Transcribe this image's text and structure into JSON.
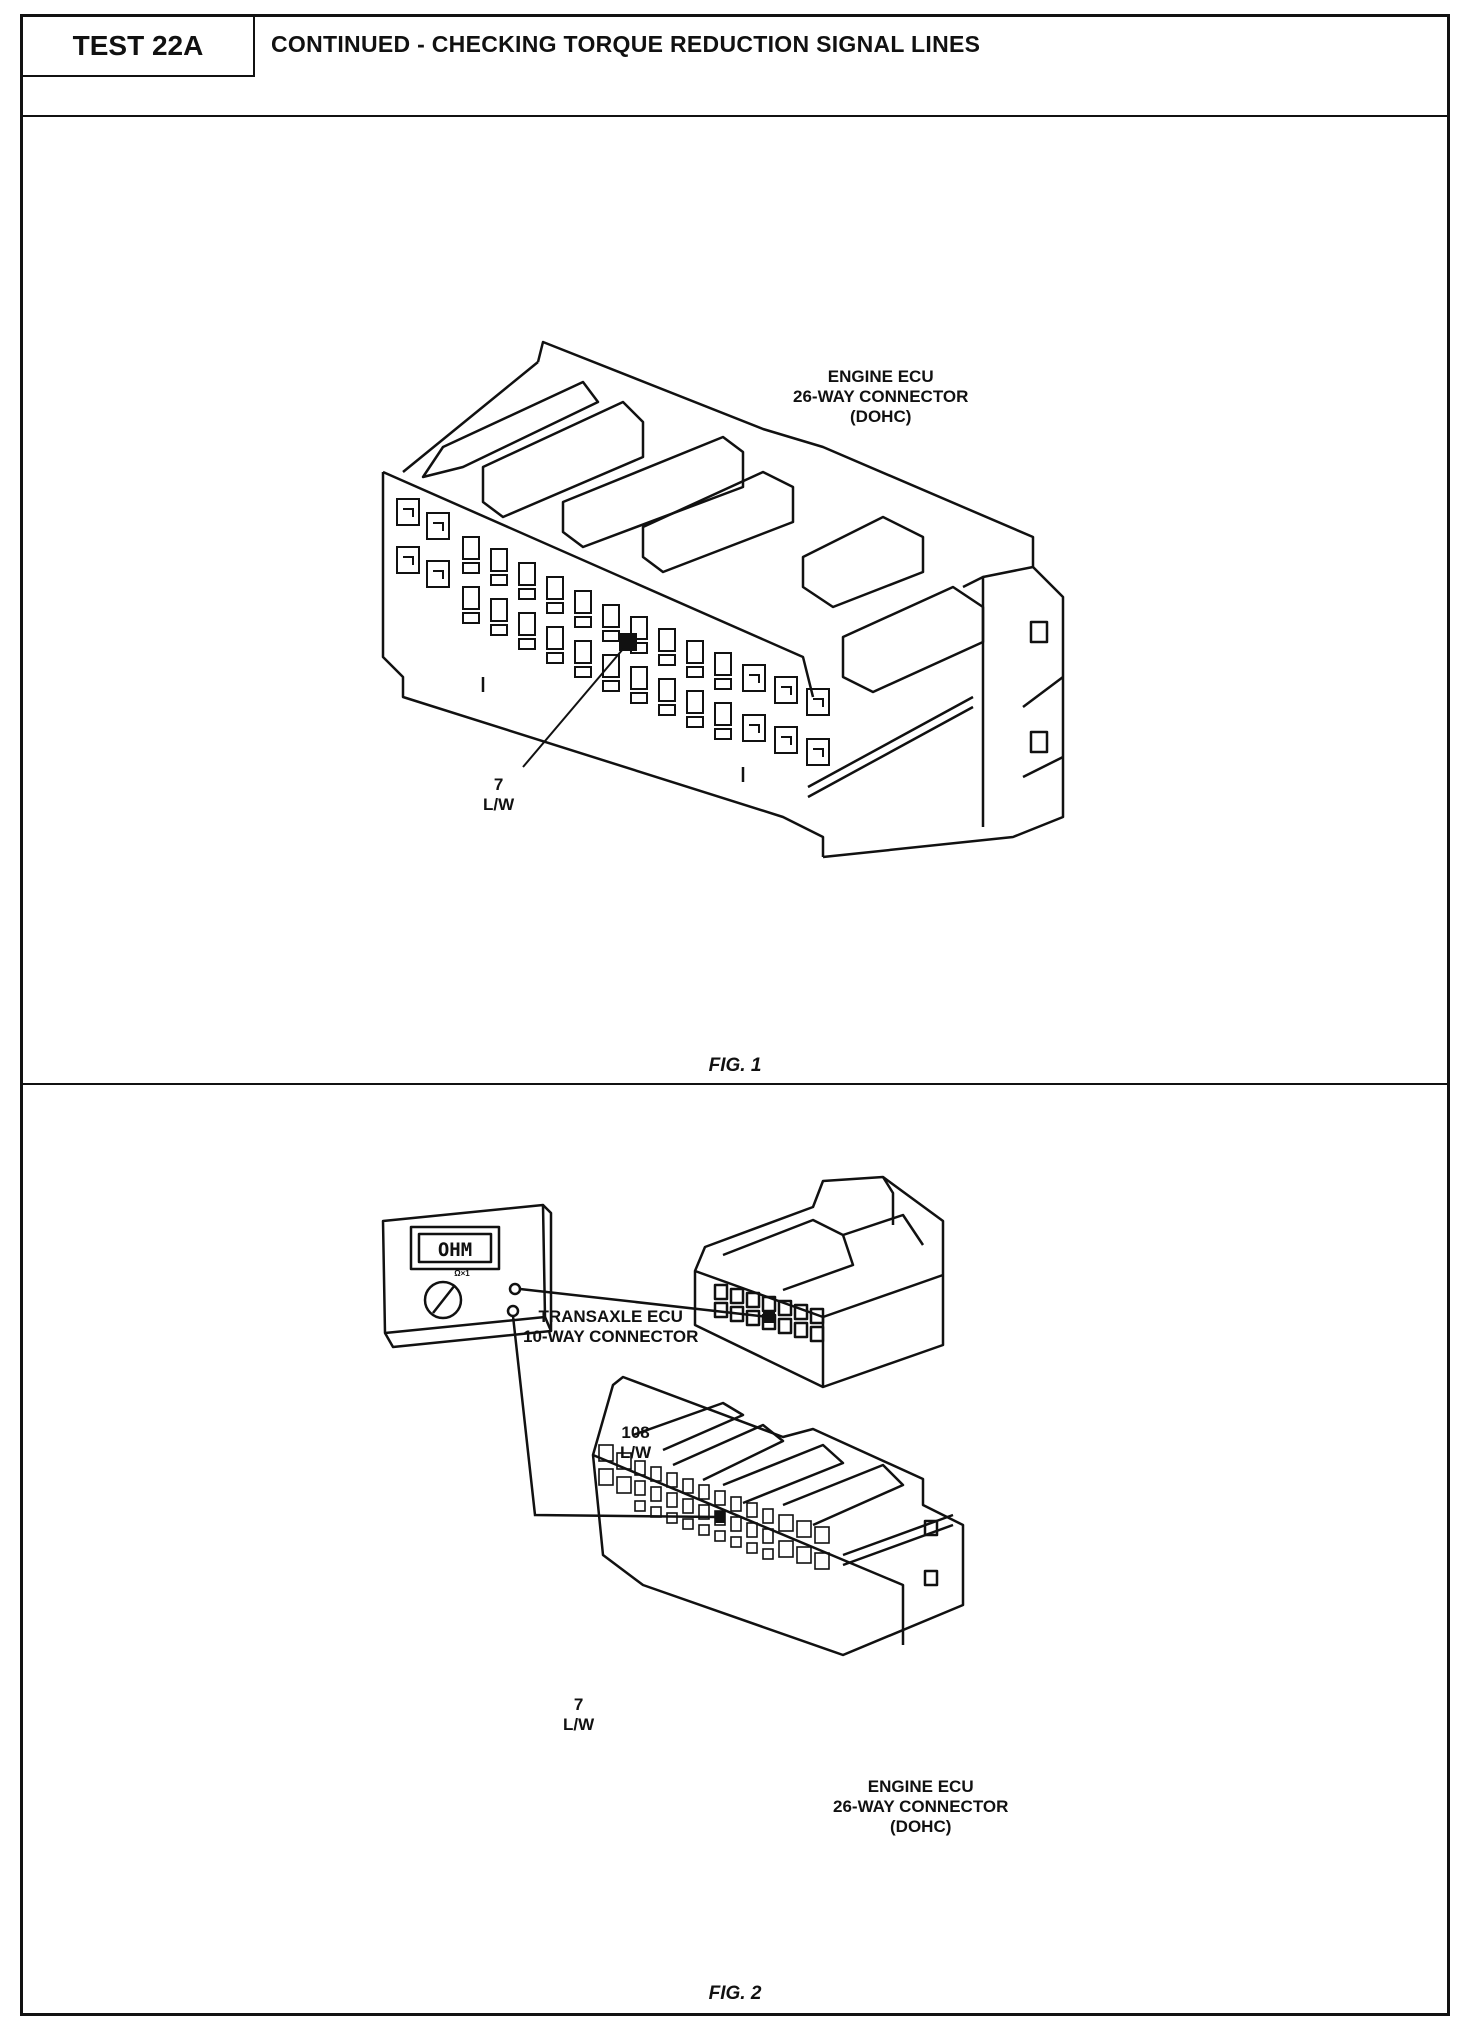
{
  "header": {
    "test_id": "TEST 22A",
    "title": "CONTINUED -  CHECKING TORQUE REDUCTION SIGNAL LINES"
  },
  "fig1": {
    "caption": "FIG. 1",
    "connector_label": [
      "ENGINE ECU",
      "26-WAY CONNECTOR",
      "(DOHC)"
    ],
    "pin_label": [
      "7",
      "L/W"
    ]
  },
  "fig2": {
    "caption": "FIG. 2",
    "transaxle_label": [
      "TRANSAXLE ECU",
      "10-WAY CONNECTOR"
    ],
    "transaxle_pin_label": [
      "108",
      "L/W"
    ],
    "engine_label": [
      "ENGINE ECU",
      "26-WAY CONNECTOR",
      "(DOHC)"
    ],
    "engine_pin_label": [
      "7",
      "L/W"
    ],
    "meter_display": "OHM",
    "meter_range": "Ω×1",
    "meter_icon": "ohmmeter-icon"
  }
}
